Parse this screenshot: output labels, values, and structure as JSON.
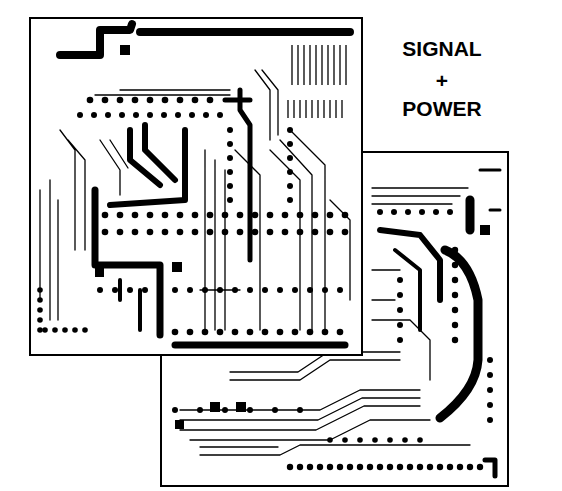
{
  "diagram": {
    "labels": [
      "SIGNAL",
      "+",
      "POWER"
    ]
  }
}
